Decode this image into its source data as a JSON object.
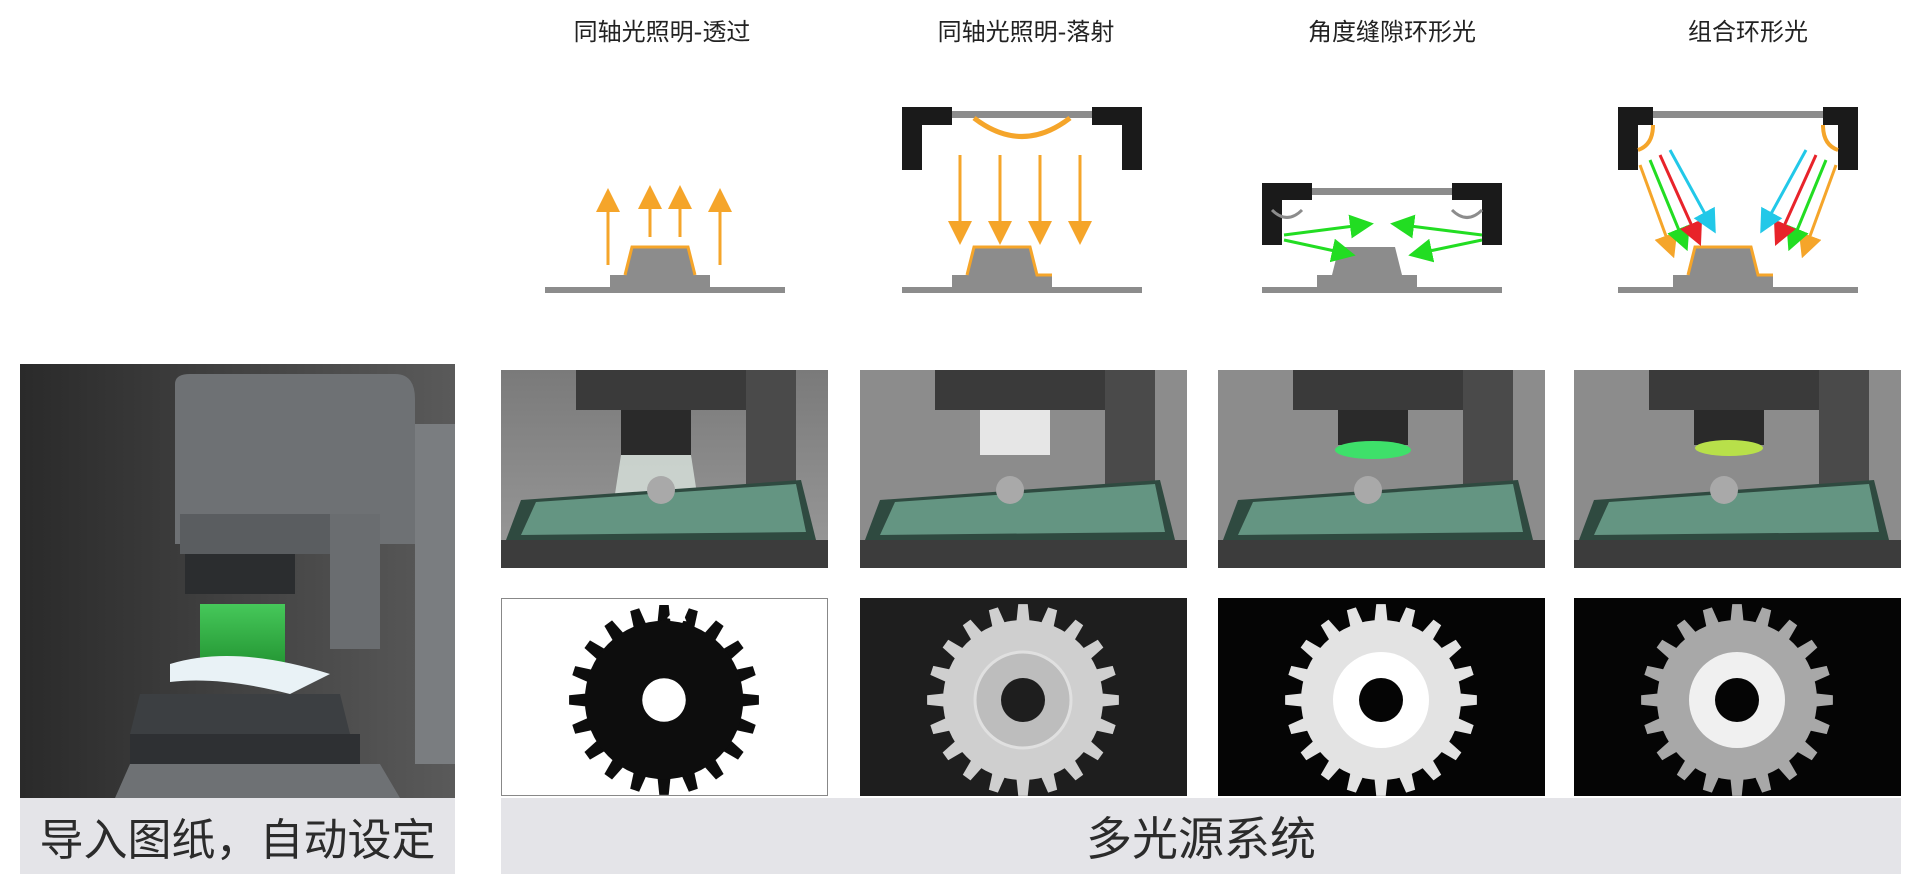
{
  "columns": [
    {
      "title": "同轴光照明-透过",
      "mode": "transmitted"
    },
    {
      "title": "同轴光照明-落射",
      "mode": "coaxial-reflected"
    },
    {
      "title": "角度缝隙环形光",
      "mode": "angled-slit-ring"
    },
    {
      "title": "组合环形光",
      "mode": "combined-ring"
    }
  ],
  "left_caption": "导入图纸，自动设定",
  "main_caption": "多光源系统",
  "colors": {
    "orange": "#f5a52a",
    "green": "#22dd22",
    "red": "#e8232a",
    "cyan": "#22c8e8",
    "dark": "#1a1a1a",
    "gray": "#8c8c8c",
    "caption_bg": "#e4e4e8"
  }
}
